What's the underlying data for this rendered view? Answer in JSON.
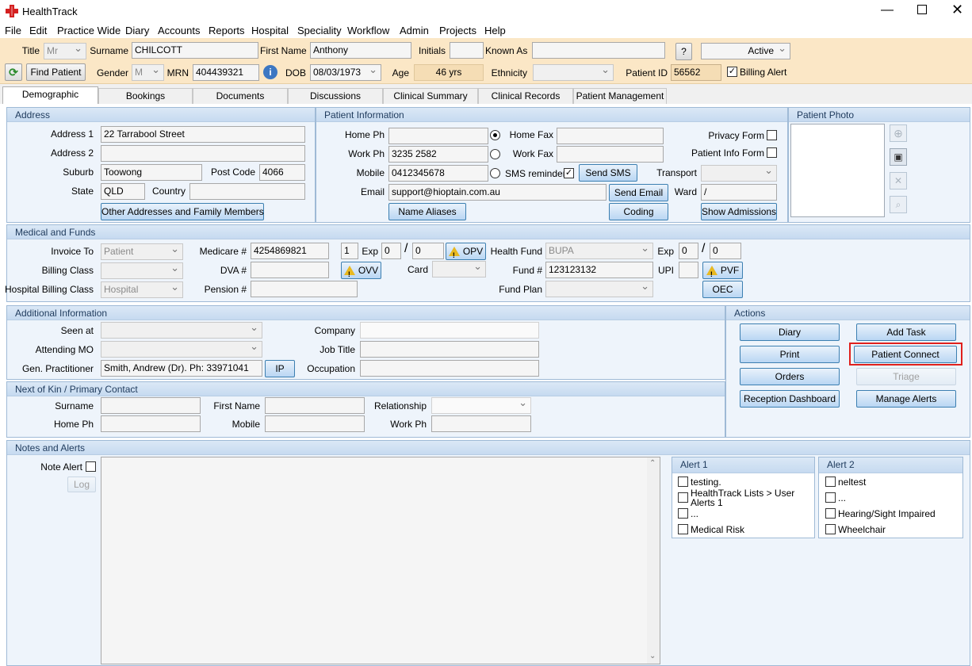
{
  "window": {
    "title": "HealthTrack"
  },
  "menu": [
    "File",
    "Edit",
    "Practice Wide",
    "Diary",
    "Accounts",
    "Reports",
    "Hospital",
    "Speciality",
    "Workflow",
    "Admin",
    "Projects",
    "Help"
  ],
  "header": {
    "title_label": "Title",
    "title_value": "Mr",
    "surname_label": "Surname",
    "surname_value": "CHILCOTT",
    "first_name_label": "First Name",
    "first_name_value": "Anthony",
    "initials_label": "Initials",
    "initials_value": "",
    "known_as_label": "Known As",
    "known_as_value": "",
    "help_btn": "?",
    "status_value": "Active",
    "find_patient": "Find Patient",
    "gender_label": "Gender",
    "gender_value": "M",
    "mrn_label": "MRN",
    "mrn_value": "404439321",
    "dob_label": "DOB",
    "dob_value": "08/03/1973",
    "age_label": "Age",
    "age_value": "46 yrs",
    "ethnicity_label": "Ethnicity",
    "ethnicity_value": "",
    "patient_id_label": "Patient ID",
    "patient_id_value": "56562",
    "billing_alert_label": "Billing Alert"
  },
  "tabs": [
    "Demographic",
    "Bookings",
    "Documents",
    "Discussions",
    "Clinical Summary",
    "Clinical Records",
    "Patient Management"
  ],
  "address": {
    "heading": "Address",
    "address1_label": "Address 1",
    "address1": "22 Tarrabool Street",
    "address2_label": "Address 2",
    "address2": "",
    "suburb_label": "Suburb",
    "suburb": "Toowong",
    "postcode_label": "Post Code",
    "postcode": "4066",
    "state_label": "State",
    "state": "QLD",
    "country_label": "Country",
    "country": "",
    "other_btn": "Other Addresses and Family Members"
  },
  "patient_info": {
    "heading": "Patient Information",
    "home_ph_label": "Home Ph",
    "home_ph": "",
    "home_fax_label": "Home Fax",
    "home_fax": "",
    "work_ph_label": "Work Ph",
    "work_ph": "3235 2582",
    "work_fax_label": "Work Fax",
    "work_fax": "",
    "mobile_label": "Mobile",
    "mobile": "0412345678",
    "sms_label": "SMS reminders",
    "send_sms": "Send SMS",
    "email_label": "Email",
    "email": "support@hioptain.com.au",
    "send_email": "Send Email",
    "name_aliases": "Name Aliases",
    "coding": "Coding",
    "privacy_label": "Privacy Form",
    "info_form_label": "Patient Info Form",
    "transport_label": "Transport",
    "ward_label": "Ward",
    "ward": "/",
    "show_admissions": "Show Admissions"
  },
  "photo": {
    "heading": "Patient Photo"
  },
  "medical": {
    "heading": "Medical and Funds",
    "invoice_label": "Invoice To",
    "invoice": "Patient",
    "billing_class_label": "Billing Class",
    "billing_class": "",
    "hosp_billing_label": "Hospital Billing Class",
    "hosp_billing": "Hospital",
    "medicare_label": "Medicare #",
    "medicare": "4254869821",
    "medicare_irn": "1",
    "exp_label": "Exp",
    "exp_m": "0",
    "exp_y": "0",
    "opv": "OPV",
    "dva_label": "DVA #",
    "dva": "",
    "ovv": "OVV",
    "card_label": "Card",
    "pension_label": "Pension #",
    "pension": "",
    "health_fund_label": "Health Fund",
    "health_fund": "BUPA",
    "fund_label": "Fund #",
    "fund": "123123132",
    "fund_plan_label": "Fund Plan",
    "fund_plan": "",
    "exp2_label": "Exp",
    "exp2_m": "0",
    "exp2_y": "0",
    "upi_label": "UPI",
    "upi": "",
    "pvf": "PVF",
    "oec": "OEC"
  },
  "additional": {
    "heading": "Additional Information",
    "seen_at_label": "Seen at",
    "attending_label": "Attending MO",
    "gp_label": "Gen. Practitioner",
    "gp": "Smith, Andrew (Dr). Ph: 33971041",
    "ip": "IP",
    "company_label": "Company",
    "job_label": "Job Title",
    "occupation_label": "Occupation"
  },
  "actions": {
    "heading": "Actions",
    "diary": "Diary",
    "add_task": "Add Task",
    "print": "Print",
    "patient_connect": "Patient Connect",
    "orders": "Orders",
    "triage": "Triage",
    "reception": "Reception Dashboard",
    "manage_alerts": "Manage Alerts"
  },
  "nok": {
    "heading": "Next of Kin / Primary Contact",
    "surname_label": "Surname",
    "first_name_label": "First Name",
    "relationship_label": "Relationship",
    "home_ph_label": "Home Ph",
    "mobile_label": "Mobile",
    "work_ph_label": "Work Ph"
  },
  "notes": {
    "heading": "Notes and Alerts",
    "note_alert_label": "Note Alert",
    "log": "Log",
    "alert1_heading": "Alert 1",
    "alert1": [
      "testing.",
      "HealthTrack Lists > User Alerts 1",
      "...",
      "Medical Risk"
    ],
    "alert2_heading": "Alert 2",
    "alert2": [
      "neltest",
      "...",
      "Hearing/Sight Impaired",
      "Wheelchair"
    ]
  },
  "colors": {
    "highlight": "#e0201c",
    "accent": "#3c7fb1",
    "header_bg": "#fbe7c6"
  }
}
